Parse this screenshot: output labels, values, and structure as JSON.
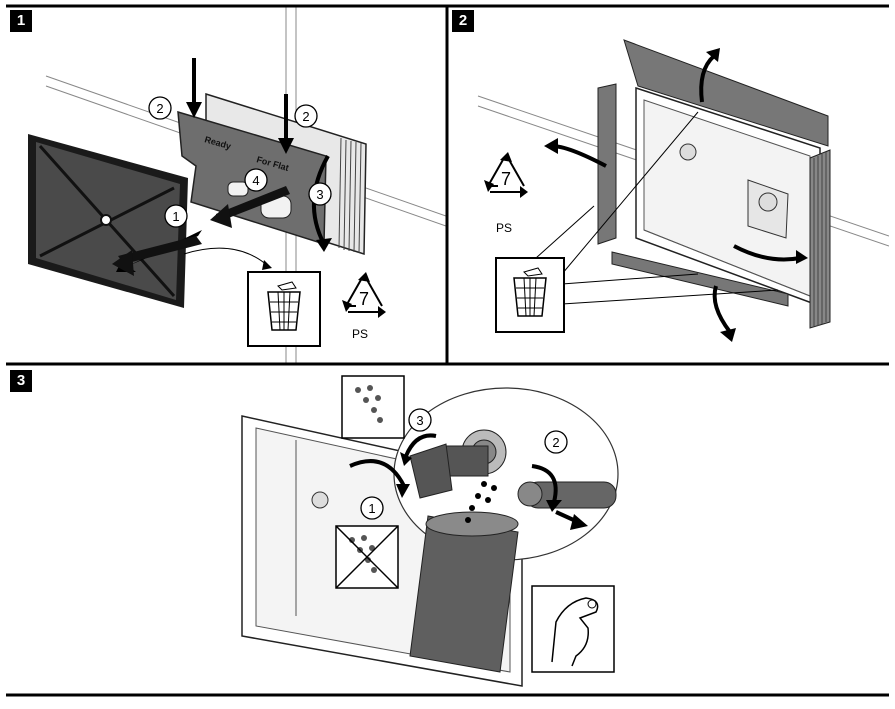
{
  "panels": [
    {
      "step": "1",
      "callouts": [
        "1",
        "2",
        "2",
        "3",
        "4"
      ],
      "cover_text": [
        "Ready",
        "For Flat"
      ],
      "recycle_number": "7",
      "recycle_label": "PS"
    },
    {
      "step": "2",
      "recycle_number": "7",
      "recycle_label": "PS"
    },
    {
      "step": "3",
      "callouts": [
        "1",
        "2",
        "3"
      ]
    }
  ]
}
